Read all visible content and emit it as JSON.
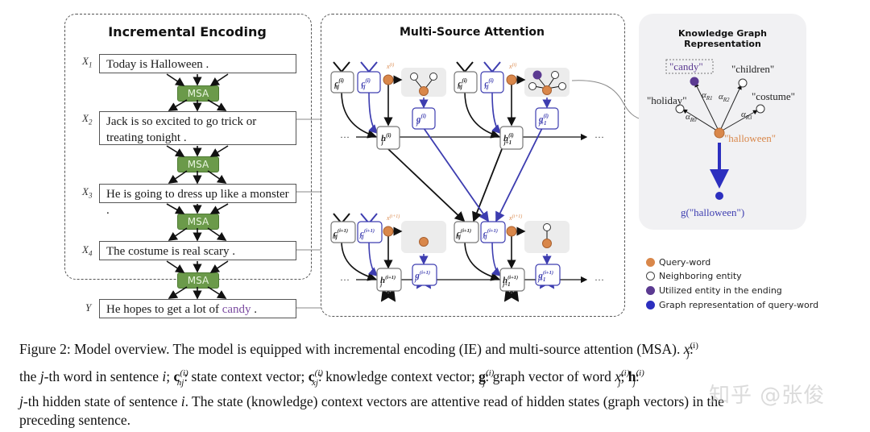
{
  "incremental_encoding": {
    "title": "Incremental Encoding",
    "sentences": [
      {
        "label": "X1",
        "label_base": "X",
        "label_sub": "1",
        "text": "Today is Halloween ."
      },
      {
        "label": "X2",
        "label_base": "X",
        "label_sub": "2",
        "text_line1": "Jack is so excited to go trick or",
        "text_line2": "treating tonight ."
      },
      {
        "label": "X3",
        "label_base": "X",
        "label_sub": "3",
        "text": "He is going to dress up like a monster ."
      },
      {
        "label": "X4",
        "label_base": "X",
        "label_sub": "4",
        "text": "The costume is real scary ."
      },
      {
        "label": "Y",
        "label_base": "Y",
        "label_sub": "",
        "text_prefix": "He hopes to get a lot of ",
        "text_highlight": "candy",
        "text_suffix": " ."
      }
    ],
    "msa_label": "MSA"
  },
  "multi_source_attention": {
    "title": "Multi-Source Attention",
    "ellipsis": "···",
    "top_row": {
      "c_h": "c",
      "c_h_sup": "(i)",
      "c_h_sub": "hj",
      "c_x": "c",
      "c_x_sup": "(i)",
      "c_x_sub": "xj",
      "x_j": "x",
      "x_j_sup": "(i)",
      "x_j_sub": "j",
      "x_j1_sub": "j+1",
      "h_j": "h",
      "h_j_sup": "(i)",
      "h_j_sub": "j",
      "h_j1_sub": "j+1",
      "g_j": "g",
      "g_j_sup": "(i)",
      "g_j_sub": "j",
      "g_j1_sub": "j+1"
    },
    "bottom_row": {
      "sup": "(i+1)"
    }
  },
  "knowledge_graph": {
    "title": "Knowledge Graph Representation",
    "center": "\"halloween\"",
    "neighbors": [
      "\"holiday\"",
      "\"candy\"",
      "\"children\"",
      "\"costume\""
    ],
    "edge_labels": [
      "α_R0",
      "α_R1",
      "α_R2",
      "α_R3"
    ],
    "alpha": "α",
    "edge_subs": [
      "R0",
      "R1",
      "R2",
      "R3"
    ],
    "output": "g(\"halloween\")"
  },
  "legend": [
    {
      "label": "Query-word",
      "color": "#d9874a"
    },
    {
      "label": "Neighboring entity",
      "color": "#ffffff"
    },
    {
      "label": "Utilized entity in the ending",
      "color": "#5b3a91"
    },
    {
      "label": "Graph representation of query-word",
      "color": "#2c2fbf"
    }
  ],
  "colors": {
    "msa_green": "#6b9a4a",
    "query_orange": "#d9874a",
    "utilized_purple": "#5b3a91",
    "graph_blue": "#2c2fbf",
    "knowledge_arrow": "#3d3db0",
    "candy_text": "#7a4aa0",
    "halloween_text": "#d9874a"
  },
  "caption": {
    "line1_a": "Figure 2: Model overview. The model is equipped with incremental encoding (IE) and multi-source attention (MSA). ",
    "line1_math": "x",
    "line1_sup": "(i)",
    "line1_sub": "j",
    "line1_end": ":",
    "line2_a": "the ",
    "line2_j": "j",
    "line2_b": "-th word in sentence ",
    "line2_i": "i",
    "line2_c": "; ",
    "line2_c1": "c",
    "line2_c1_sub": "hj",
    "line2_d": ": state context vector; ",
    "line2_c2": "c",
    "line2_c2_sub": "xj",
    "line2_e": ": knowledge context vector; ",
    "line2_g": "g",
    "line2_f": ": graph vector of word ",
    "line2_x": "x",
    "line2_g2": "; ",
    "line2_h": "h",
    "line2_end": ":",
    "sup_i": "(i)",
    "sub_j": "j",
    "line3_j": "j",
    "line3_a": "-th hidden state of sentence ",
    "line3_i": "i",
    "line3_b": ". The state (knowledge) context vectors are attentive read of hidden states (graph vectors) in the",
    "line4": "preceding sentence."
  },
  "watermark": "知乎 @张俊"
}
